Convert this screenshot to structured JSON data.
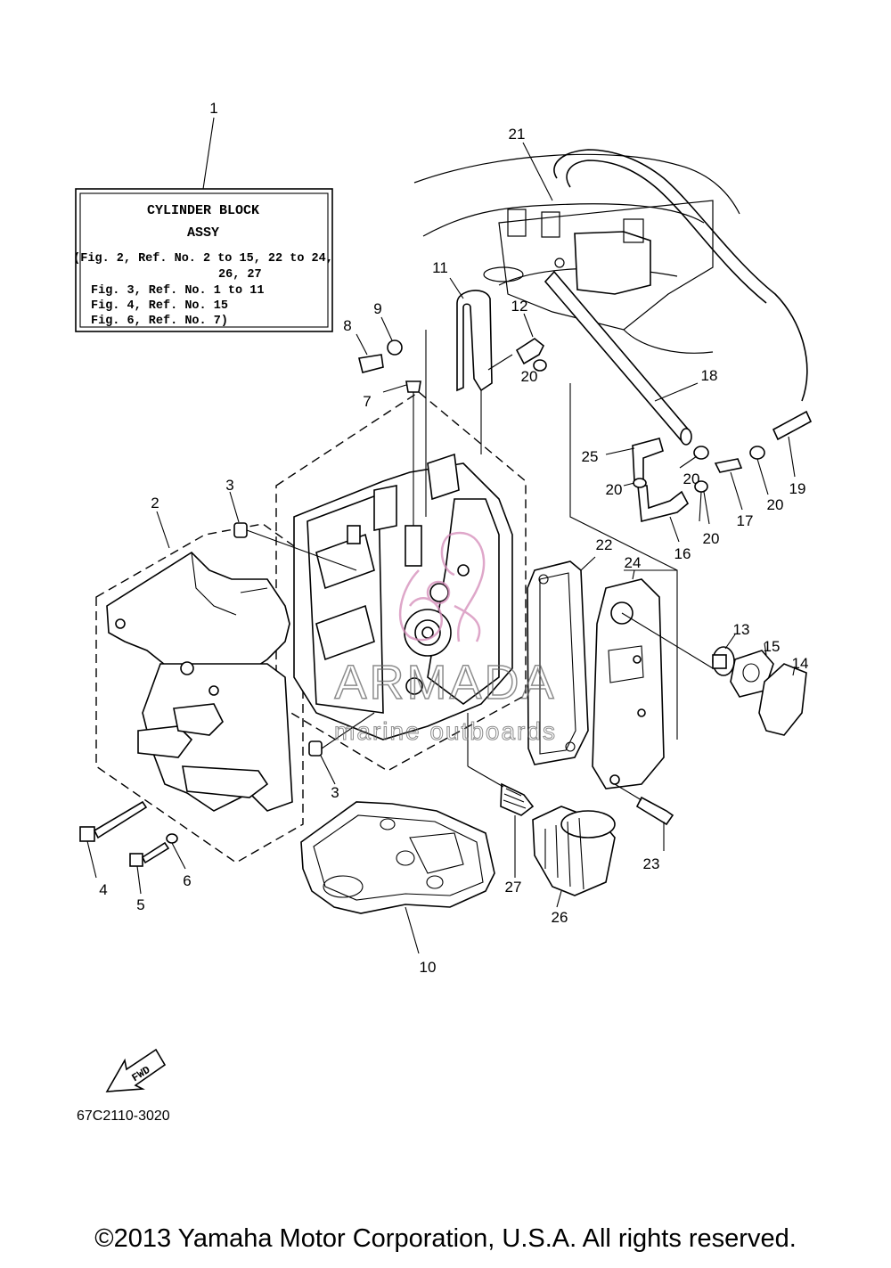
{
  "info_box": {
    "title": "CYLINDER BLOCK",
    "subtitle": "ASSY",
    "lines": [
      "(Fig. 2, Ref. No. 2 to 15, 22 to 24,",
      "26, 27",
      "Fig. 3, Ref. No. 1 to 11",
      "Fig. 4, Ref. No. 15",
      "Fig. 6, Ref. No. 7)"
    ]
  },
  "callouts": {
    "c1": "1",
    "c2": "2",
    "c3a": "3",
    "c3b": "3",
    "c4": "4",
    "c5": "5",
    "c6": "6",
    "c7": "7",
    "c8": "8",
    "c9": "9",
    "c10": "10",
    "c11": "11",
    "c12": "12",
    "c13": "13",
    "c14": "14",
    "c15": "15",
    "c16": "16",
    "c17": "17",
    "c18": "18",
    "c19": "19",
    "c20a": "20",
    "c20b": "20",
    "c20c": "20",
    "c20d": "20",
    "c20e": "20",
    "c21": "21",
    "c22": "22",
    "c23": "23",
    "c24": "24",
    "c25": "25",
    "c26": "26",
    "c27": "27"
  },
  "fwd_label": "FWD",
  "diagram_code": "67C2110-3020",
  "watermark": {
    "brand": "ARMADA",
    "tagline": "marine outboards"
  },
  "copyright": "©2013 Yamaha Motor Corporation, U.S.A. All rights reserved."
}
